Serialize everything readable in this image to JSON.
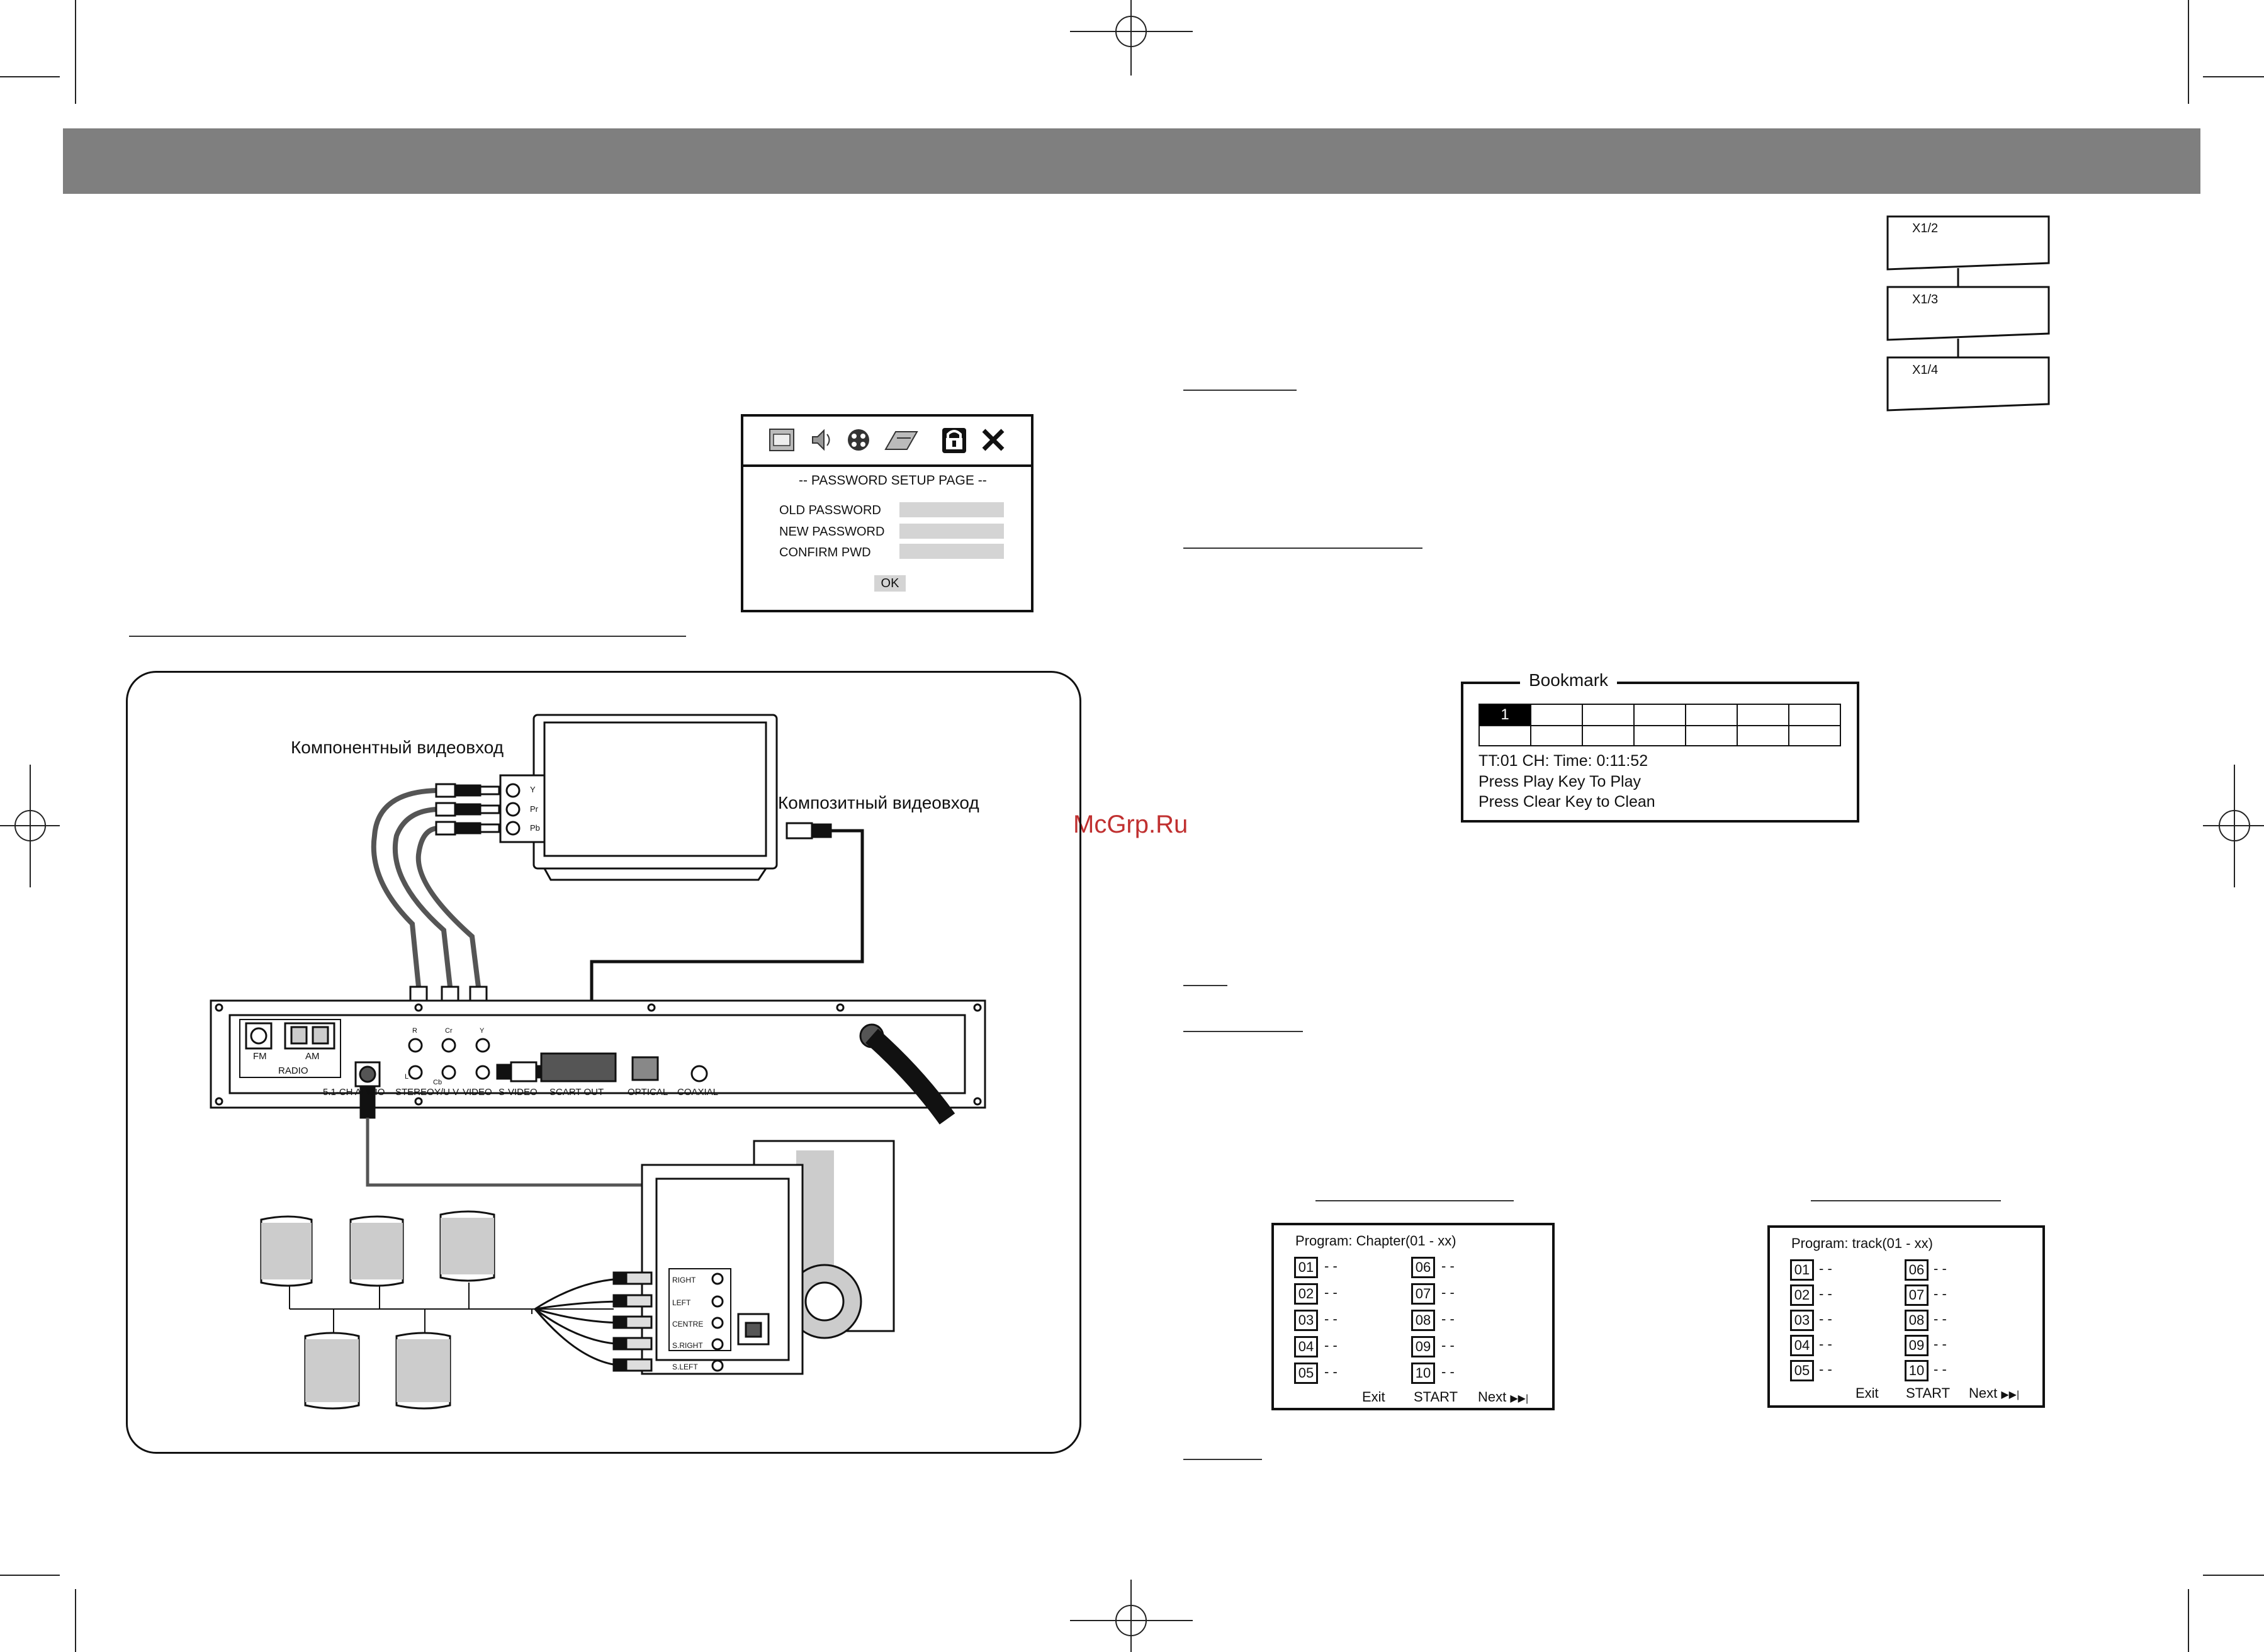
{
  "watermark": "McGrp.Ru",
  "password_dialog": {
    "title": "-- PASSWORD SETUP PAGE --",
    "fields": [
      {
        "label": "OLD PASSWORD"
      },
      {
        "label": "NEW PASSWORD"
      },
      {
        "label": "CONFIRM PWD"
      }
    ],
    "ok_label": "OK",
    "icons": [
      "general-setup-icon",
      "audio-setup-icon",
      "video-setup-icon",
      "preference-icon",
      "password-lock-icon",
      "exit-x-icon"
    ]
  },
  "zoom_flow": {
    "steps": [
      "X1/2",
      "X1/3",
      "X1/4"
    ]
  },
  "bookmark": {
    "title": "Bookmark",
    "selected_cell": "1",
    "lines": [
      "TT:01 CH: Time: 0:11:52",
      "Press Play Key To Play",
      "Press Clear Key to Clean"
    ]
  },
  "diagram": {
    "component_label": "Компонентный видеовход",
    "composite_label": "Композитный видеовход",
    "tv_jacks": [
      "Y",
      "Pr",
      "Pb"
    ],
    "panel": {
      "radio_fm": "FM",
      "radio_am": "AM",
      "radio_label": "RADIO",
      "audio_5ch": "5.1-CH AUDIO",
      "stereo": "STEREO",
      "yuv": "Y/U V",
      "video": "VIDEO",
      "svideo": "S-VIDEO",
      "scart": "SCART OUT",
      "optical": "OPTICAL",
      "coaxial": "COAXIAL",
      "jack_r": "R",
      "jack_l": "L",
      "jack_cr": "Cr",
      "jack_cb": "Cb",
      "jack_y": "Y"
    },
    "sub_inputs": [
      "RIGHT",
      "LEFT",
      "CENTRE",
      "S.RIGHT",
      "S.LEFT"
    ]
  },
  "program_chapter": {
    "title": "Program: Chapter(01 - xx)",
    "slots": [
      "01",
      "02",
      "03",
      "04",
      "05",
      "06",
      "07",
      "08",
      "09",
      "10"
    ],
    "empty": "- -",
    "exit": "Exit",
    "start": "START",
    "next": "Next"
  },
  "program_track": {
    "title": "Program: track(01 - xx)",
    "slots": [
      "01",
      "02",
      "03",
      "04",
      "05",
      "06",
      "07",
      "08",
      "09",
      "10"
    ],
    "empty": "- -",
    "exit": "Exit",
    "start": "START",
    "next": "Next"
  }
}
